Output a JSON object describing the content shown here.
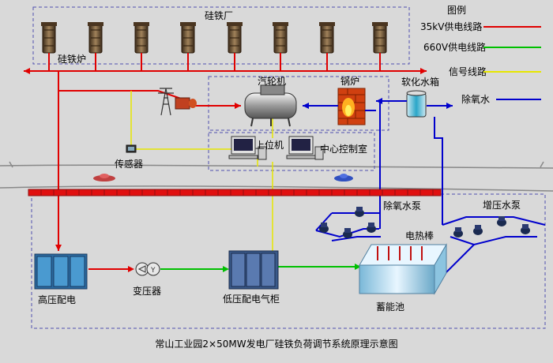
{
  "plant": {
    "title": "硅铁厂",
    "furnace_label": "硅铁炉"
  },
  "legend": {
    "title": "图例",
    "items": [
      {
        "label": "35kV供电线路",
        "color": "#e00000"
      },
      {
        "label": "660V供电线路",
        "color": "#00c000"
      },
      {
        "label": "信号线路",
        "color": "#e6e600"
      },
      {
        "label": "除氧水",
        "color": "#0000cc"
      }
    ]
  },
  "labels": {
    "turbine": "汽轮机",
    "boiler": "锅炉",
    "softened_tank": "软化水箱",
    "upper_computer": "上位机",
    "control_room": "中心控制室",
    "sensor": "传感器",
    "deaerated_pump": "除氧水泵",
    "booster_pump": "增压水泵",
    "heating_rod": "电热棒",
    "hv_distribution": "高压配电",
    "transformer": "变压器",
    "lv_cabinet": "低压配电气柜",
    "storage_tank": "蓄能池"
  },
  "caption": "常山工业园2×50MW发电厂硅铁负荷调节系统原理示意图"
}
